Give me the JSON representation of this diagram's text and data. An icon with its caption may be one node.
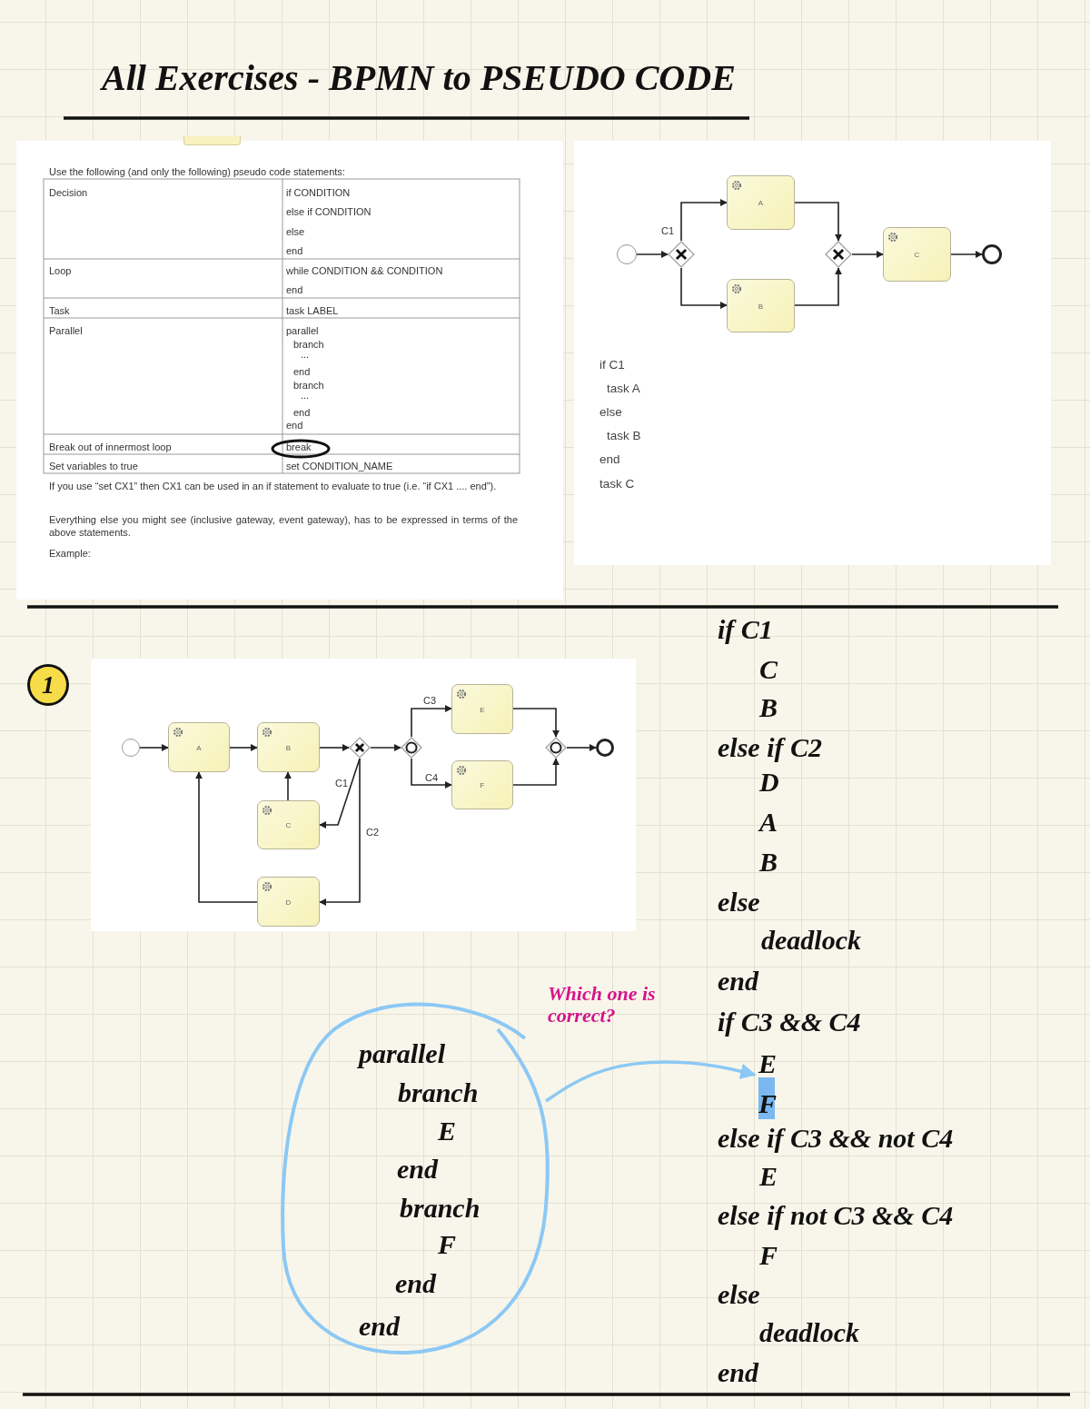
{
  "diagram": {
    "title": "All Exercises - BPMN to PSEUDO CODE",
    "nodes": [
      {
        "text": [],
        "shape": "circle"
      },
      {
        "text": [],
        "shape": "diamond"
      },
      {
        "text": [
          "A"
        ]
      },
      {
        "text": [
          "B"
        ]
      },
      {
        "text": [],
        "shape": "diamond"
      },
      {
        "text": [
          "C"
        ]
      },
      {
        "text": [],
        "shape": "circle"
      },
      {
        "text": [
          "1"
        ]
      },
      {
        "text": [],
        "shape": "circle"
      },
      {
        "text": [
          "A"
        ]
      },
      {
        "text": [
          "B"
        ]
      },
      {
        "text": [],
        "shape": "diamond"
      },
      {
        "text": [
          "C"
        ]
      },
      {
        "text": [
          "D"
        ]
      },
      {
        "text": [],
        "shape": "diamond"
      },
      {
        "text": [
          "E"
        ]
      },
      {
        "text": [
          "F"
        ]
      },
      {
        "text": [],
        "shape": "diamond"
      },
      {
        "text": [],
        "shape": "circle"
      },
      {
        "text": [
          "parallel",
          "branch",
          "E",
          "end",
          "branch",
          "F",
          "end",
          "end"
        ]
      },
      {
        "text": [
          "E",
          "F"
        ]
      }
    ],
    "edges": [
      {
        "from": 0,
        "to": 1,
        "arrow": "to"
      },
      {
        "from": 1,
        "to": 2,
        "arrow": "to",
        "label": "C1"
      },
      {
        "from": 1,
        "to": 3,
        "arrow": "to"
      },
      {
        "from": 2,
        "to": 4,
        "arrow": "to"
      },
      {
        "from": 3,
        "to": 4,
        "arrow": "to"
      },
      {
        "from": 4,
        "to": 5,
        "arrow": "to"
      },
      {
        "from": 5,
        "to": 6,
        "arrow": "to"
      },
      {
        "from": 8,
        "to": 9,
        "arrow": "to"
      },
      {
        "from": 9,
        "to": 10,
        "arrow": "to"
      },
      {
        "from": 10,
        "to": 11,
        "arrow": "to"
      },
      {
        "from": 11,
        "to": 12,
        "arrow": "to",
        "label": "C1"
      },
      {
        "from": 12,
        "to": 10,
        "arrow": "to"
      },
      {
        "from": 11,
        "to": 13,
        "arrow": "to",
        "label": "C2"
      },
      {
        "from": 13,
        "to": 9,
        "arrow": "to"
      },
      {
        "from": 11,
        "to": 14,
        "arrow": "to"
      },
      {
        "from": 14,
        "to": 15,
        "arrow": "to",
        "label": "C3"
      },
      {
        "from": 14,
        "to": 16,
        "arrow": "to",
        "label": "C4"
      },
      {
        "from": 15,
        "to": 17,
        "arrow": "to"
      },
      {
        "from": 16,
        "to": 17,
        "arrow": "to"
      },
      {
        "from": 17,
        "to": 18,
        "arrow": "to"
      },
      {
        "from": 19,
        "to": 20,
        "arrow": "to",
        "color": "#8cc8f5"
      }
    ],
    "labels": [
      "Use the following (and only the following) pseudo code statements:",
      "Decision",
      "if CONDITION",
      "else if CONDITION",
      "else",
      "end",
      "Loop",
      "while CONDITION && CONDITION",
      "end",
      "Task",
      "task LABEL",
      "Parallel",
      "parallel",
      "branch",
      "...",
      "end",
      "branch",
      "...",
      "end",
      "end",
      "Break out of innermost loop",
      "break",
      "Set variables to true",
      "set CONDITION_NAME",
      "If you use “set CX1” then CX1 can be used in an if statement to evaluate to true (i.e. “if CX1 .... end”).",
      "Everything else you might see (inclusive gateway, event gateway), has to be expressed in terms of the above statements.",
      "Example:",
      "if C1",
      "task A",
      "else",
      "task B",
      "end",
      "task C",
      "Which one is correct?",
      "if C1",
      "C",
      "B",
      "else if C2",
      "D",
      "A",
      "B",
      "else",
      "deadlock",
      "end",
      "if C3 && C4",
      "else if C3 && not C4",
      "E",
      "else if not C3 && C4",
      "F",
      "else",
      "deadlock",
      "end"
    ]
  }
}
